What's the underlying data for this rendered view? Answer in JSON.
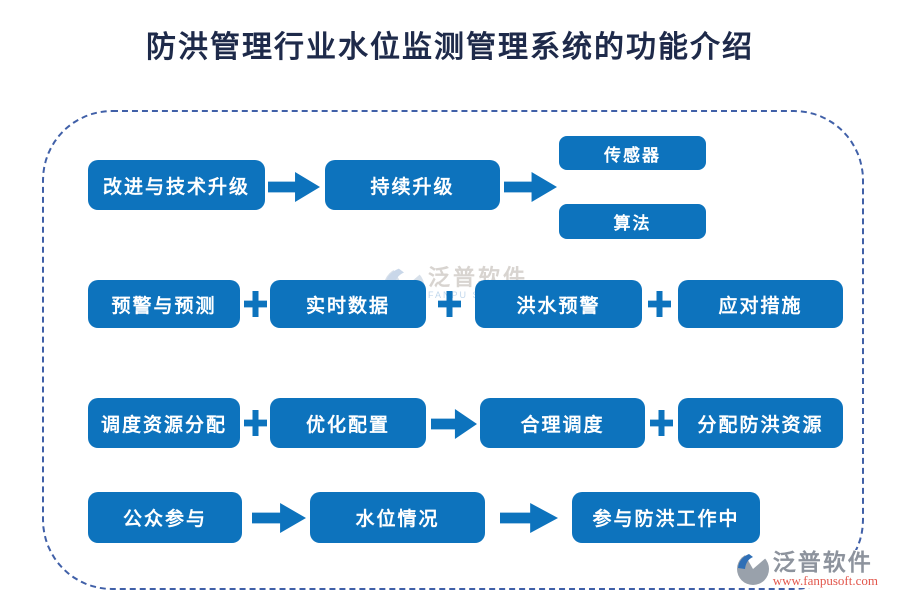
{
  "title": "防洪管理行业水位监测管理系统的功能介绍",
  "colors": {
    "box_blue": "#0d73bd",
    "dashed_border_blue": "#4060a8",
    "title_navy": "#1e2a4a",
    "footer_brand_gray": "#8d939d",
    "footer_url_red": "#e2574c"
  },
  "diagram": {
    "row1": {
      "box1": "改进与技术升级",
      "box2": "持续升级",
      "box3": "传感器",
      "box4": "算法"
    },
    "row2": {
      "box1": "预警与预测",
      "box2": "实时数据",
      "box3": "洪水预警",
      "box4": "应对措施"
    },
    "row3": {
      "box1": "调度资源分配",
      "box2": "优化配置",
      "box3": "合理调度",
      "box4": "分配防洪资源"
    },
    "row4": {
      "box1": "公众参与",
      "box2": "水位情况",
      "box3": "参与防洪工作中"
    }
  },
  "watermark": {
    "text": "泛普软件",
    "subtext": "FANPU SOFTWARE"
  },
  "footer": {
    "brand": "泛普软件",
    "url": "www.fanpusoft.com"
  }
}
